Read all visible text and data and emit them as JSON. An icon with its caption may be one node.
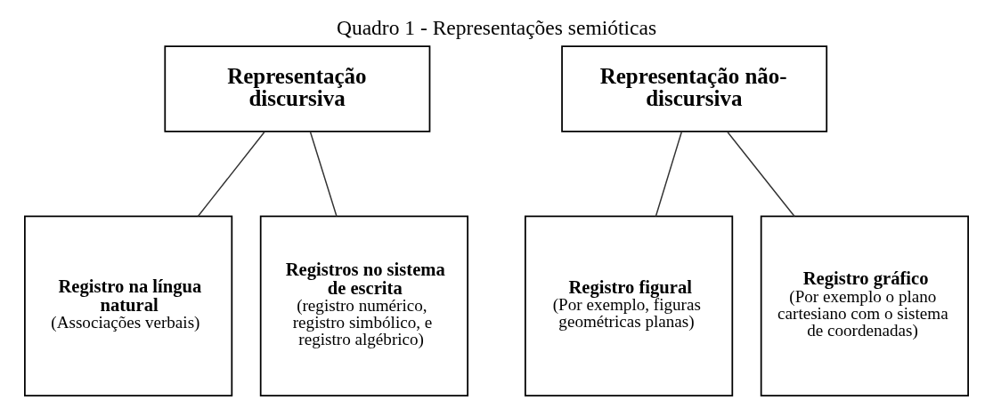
{
  "diagram": {
    "title": "Quadro 1 - Representações semióticas",
    "nodes": [
      {
        "text": [
          "Representação discursiva"
        ]
      },
      {
        "text": [
          "Registro na língua natural",
          "(Associações verbais)"
        ]
      },
      {
        "text": [
          "Registros no sistema de escrita",
          "(registro numérico, registro simbólico, e registro algébrico)"
        ]
      },
      {
        "text": [
          "Representação não-discursiva"
        ]
      },
      {
        "text": [
          "Registro figural",
          "(Por exemplo, figuras geométricas planas)"
        ]
      },
      {
        "text": [
          "Registro gráfico",
          "(Por exemplo o plano cartesiano com o sistema de coordenadas)"
        ]
      }
    ],
    "edges": [
      {
        "from": 0,
        "to": 1,
        "arrow": "none"
      },
      {
        "from": 0,
        "to": 2,
        "arrow": "none"
      },
      {
        "from": 3,
        "to": 4,
        "arrow": "none"
      },
      {
        "from": 3,
        "to": 5,
        "arrow": "none"
      }
    ]
  }
}
